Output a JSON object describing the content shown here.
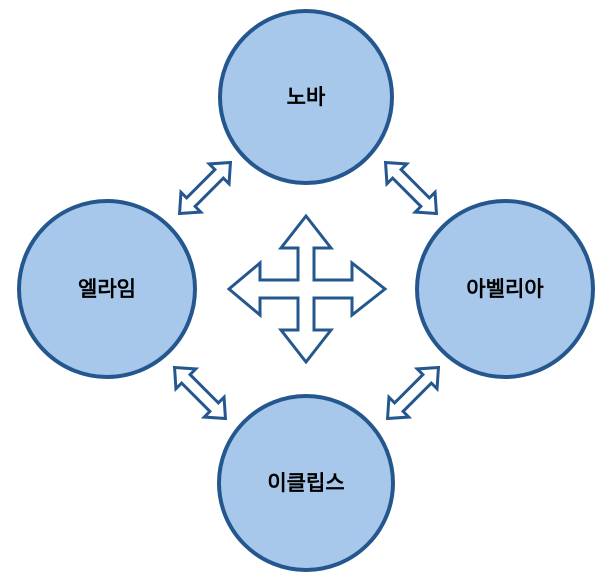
{
  "nodes": {
    "top": {
      "label": "노바"
    },
    "left": {
      "label": "엘라임"
    },
    "right": {
      "label": "아벨리아"
    },
    "bottom": {
      "label": "이클립스"
    }
  },
  "colors": {
    "node_fill": "#a8c8eb",
    "node_stroke": "#25578f",
    "arrow_fill": "#ffffff",
    "arrow_stroke": "#25578f"
  },
  "icons": {
    "center": "four-way-arrow-icon",
    "connectors": "double-headed-arrow-icon"
  }
}
